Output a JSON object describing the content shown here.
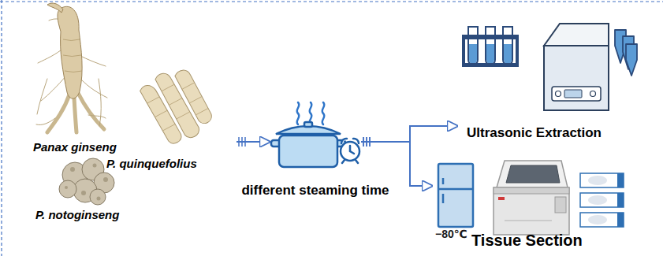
{
  "diagram": {
    "nodes": [
      {
        "text": [
          "Panax ginseng",
          "P. quinquefolius",
          "P. notoginseng"
        ]
      },
      {
        "text": [
          "different steaming time"
        ]
      },
      {
        "text": [
          "Ultrasonic Extraction"
        ]
      },
      {
        "text": [
          "Tissue Section"
        ]
      }
    ],
    "edges": [
      {
        "from": 0,
        "to": 1,
        "arrow": "to"
      },
      {
        "from": 1,
        "to": 2,
        "arrow": "to"
      },
      {
        "from": 1,
        "to": 3,
        "arrow": "to"
      }
    ],
    "labels": [
      "−80℃"
    ]
  }
}
